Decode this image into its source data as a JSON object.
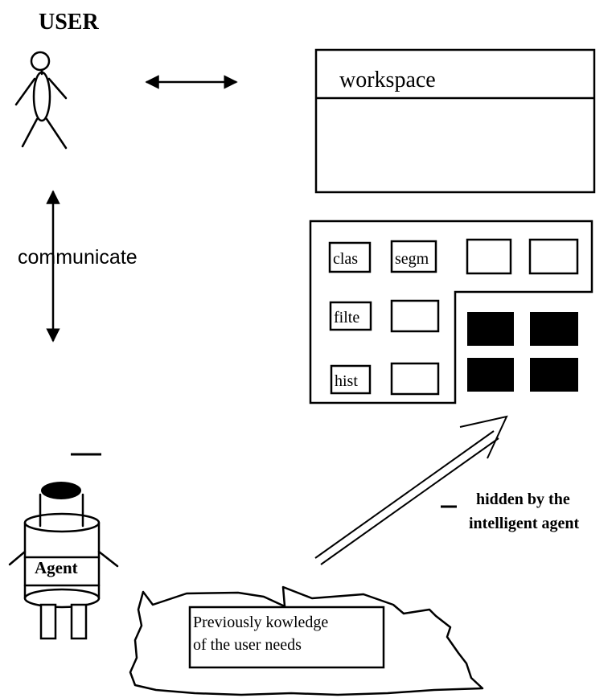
{
  "title": "USER",
  "workspace": {
    "label": "workspace"
  },
  "communicate_label": "communicate",
  "tools": {
    "row1": [
      "clas",
      "segm",
      "",
      ""
    ],
    "filter_label": "filte",
    "hist_label": "hist"
  },
  "agent": {
    "label": "Agent"
  },
  "hidden_note": {
    "line1": "hidden  by  the",
    "line2": "intelligent agent"
  },
  "knowledge": {
    "line1": "Previously  kowledge",
    "line2": "of the user needs"
  },
  "colors": {
    "ink": "#000000",
    "background": "#ffffff",
    "hidden_tool_fill": "#000000"
  }
}
